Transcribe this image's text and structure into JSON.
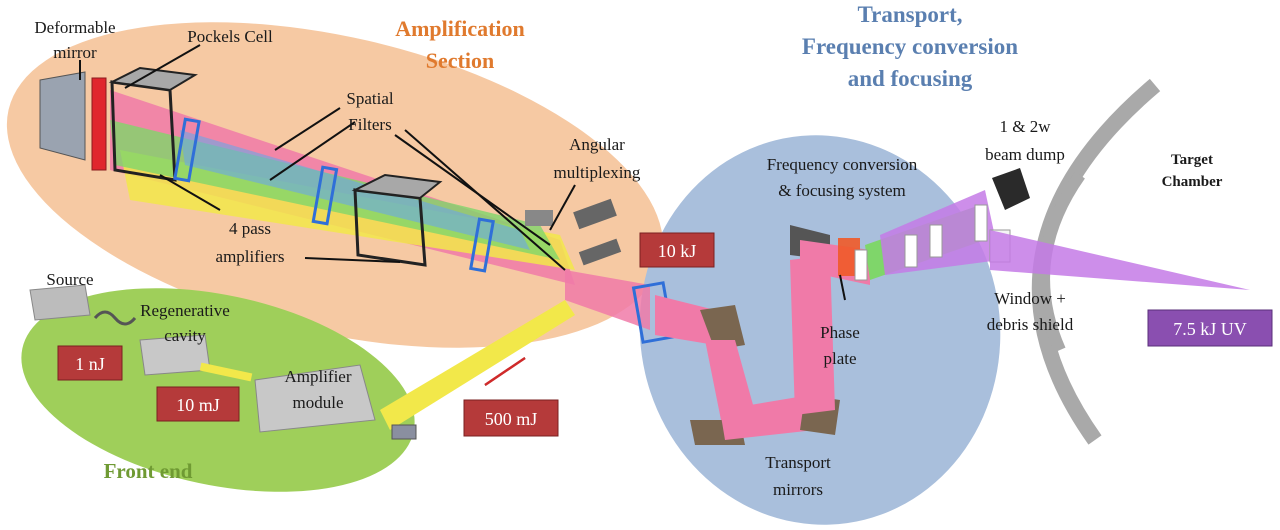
{
  "sections": {
    "amplification": {
      "line1": "Amplification",
      "line2": "Section",
      "color": "#e8954a"
    },
    "transport": {
      "line1": "Transport,",
      "line2": "Frequency conversion",
      "line3": "and focusing",
      "color": "#5a7fb0"
    },
    "front_end": {
      "title": "Front end",
      "color": "#7aa63c"
    }
  },
  "labels": {
    "deformable_mirror": {
      "line1": "Deformable",
      "line2": "mirror"
    },
    "pockels_cell": "Pockels Cell",
    "spatial_filters": {
      "line1": "Spatial",
      "line2": "Filters"
    },
    "angular_multiplexing": {
      "line1": "Angular",
      "line2": "multiplexing"
    },
    "four_pass": {
      "line1": "4 pass",
      "line2": "amplifiers"
    },
    "source": "Source",
    "regen": {
      "line1": "Regenerative",
      "line2": "cavity"
    },
    "amp_module": {
      "line1": "Amplifier",
      "line2": "module"
    },
    "freq_conv": {
      "line1": "Frequency conversion",
      "line2": "& focusing system"
    },
    "beam_dump": {
      "line1": "1 & 2w",
      "line2": "beam dump"
    },
    "target_chamber": {
      "line1": "Target",
      "line2": "Chamber"
    },
    "window": {
      "line1": "Window +",
      "line2": "debris shield"
    },
    "phase_plate": {
      "line1": "Phase",
      "line2": "plate"
    },
    "transport_mirrors": {
      "line1": "Transport",
      "line2": "mirrors"
    }
  },
  "badges": {
    "b1nj": "1 nJ",
    "b10mj": "10 mJ",
    "b500mj": "500 mJ",
    "b10kj": "10 kJ",
    "b75kj": "7.5 kJ UV"
  },
  "colors": {
    "orange_ellipse": "#f6c9a3",
    "green_ellipse": "#9fcf5a",
    "blue_ellipse": "#a9bfdc",
    "badge_red": "#b53a3a",
    "badge_purple": "#8a4fb0",
    "beam_pink": "#f07aa8",
    "beam_yellow": "#f2e84a",
    "beam_green": "#7fd66a",
    "beam_violet": "#c47ae6"
  }
}
